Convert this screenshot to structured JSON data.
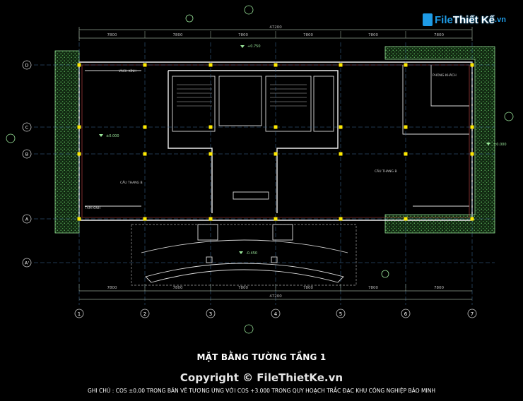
{
  "drawing": {
    "title": "MẶT BẰNG TƯỜNG TẦNG 1",
    "copyright": "Copyright © FileThietKe.vn",
    "note": "GHI CHÚ : COS ±0.00 TRONG BẢN VẼ TƯƠNG ỨNG VỚI COS +3.000 TRONG QUY HOẠCH TRẮC ĐẠC KHU CÔNG NGHIỆP BẢO MINH"
  },
  "watermark": {
    "part1": "File",
    "part2": "Thiết Kế",
    "part3": ".vn"
  },
  "grid": {
    "columns": [
      "1",
      "2",
      "3",
      "4",
      "5",
      "6",
      "7"
    ],
    "rows": [
      "D",
      "C",
      "B",
      "A",
      "A'"
    ]
  },
  "dimensions": {
    "top_spans": [
      "7800",
      "7800",
      "7800",
      "7800",
      "7800",
      "7800"
    ],
    "overall": "47200",
    "bottom_spans": [
      "7800",
      "7800",
      "7800",
      "7800",
      "7800",
      "7800"
    ]
  },
  "levels": {
    "top": "+0.750",
    "entrance": "-0.450",
    "left": "±0.000",
    "right": "±0.000"
  },
  "rooms": {
    "left_hall": "CẦU THANG B",
    "right_hall": "CẦU THANG B",
    "top_right": "PHÒNG KHÁCH",
    "left_top": "VÁCH KÍNH",
    "left_bottom": "TẤM KÍNH"
  },
  "colors": {
    "wall": "#ffffff",
    "dim": "#9aa89a",
    "column": "#ffea00",
    "axis": "#4ea6ff",
    "planter": "#1a4a1a",
    "hatch": "#79d679",
    "highlight": "#ff9f9f",
    "accent": "#1e9be6"
  }
}
